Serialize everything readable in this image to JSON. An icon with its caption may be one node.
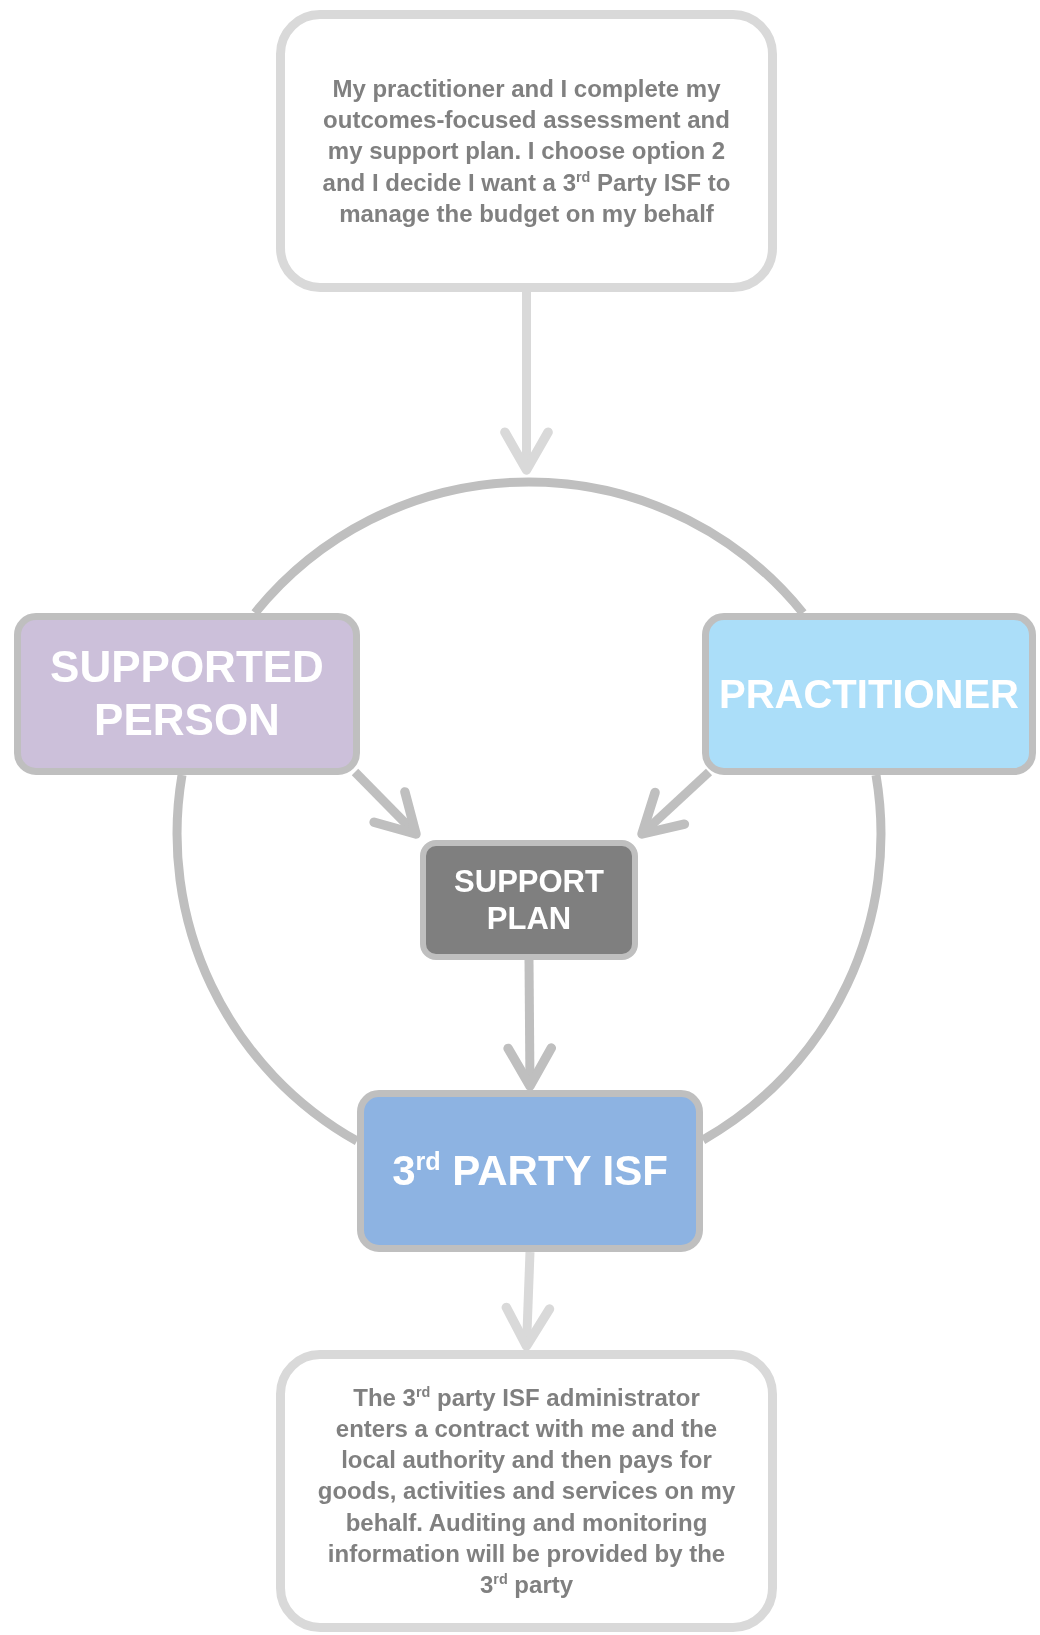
{
  "diagram": {
    "nodes": [
      {
        "text": [
          "My practitioner and I complete my outcomes-focused assessment and my support plan. I choose option 2 and I decide I want a 3$^{rd}$ Party ISF to manage the budget on my behalf"
        ]
      },
      {
        "text": [
          "SUPPORTED PERSON"
        ]
      },
      {
        "text": [
          "PRACTITIONER"
        ]
      },
      {
        "text": [
          "SUPPORT PLAN"
        ]
      },
      {
        "text": [
          "3$^{rd}$ PARTY ISF"
        ]
      },
      {
        "text": [
          "The 3$^{rd}$ party ISF administrator enters a contract with me and the local authority and then pays for goods, activities and services on my behalf.  Auditing and monitoring information will be provided by the 3$^{rd}$ party"
        ]
      }
    ],
    "edges": [
      {
        "from": 0,
        "to": null,
        "arrow": "to",
        "color": "#d9d9d9"
      },
      {
        "from": 1,
        "to": 2,
        "arrow": "none"
      },
      {
        "from": 1,
        "to": 4,
        "arrow": "none"
      },
      {
        "from": 2,
        "to": 4,
        "arrow": "none"
      },
      {
        "from": 1,
        "to": 3,
        "arrow": "to"
      },
      {
        "from": 2,
        "to": 3,
        "arrow": "to"
      },
      {
        "from": 3,
        "to": 4,
        "arrow": "to"
      },
      {
        "from": 4,
        "to": 5,
        "arrow": "to",
        "color": "#d9d9d9"
      }
    ]
  }
}
